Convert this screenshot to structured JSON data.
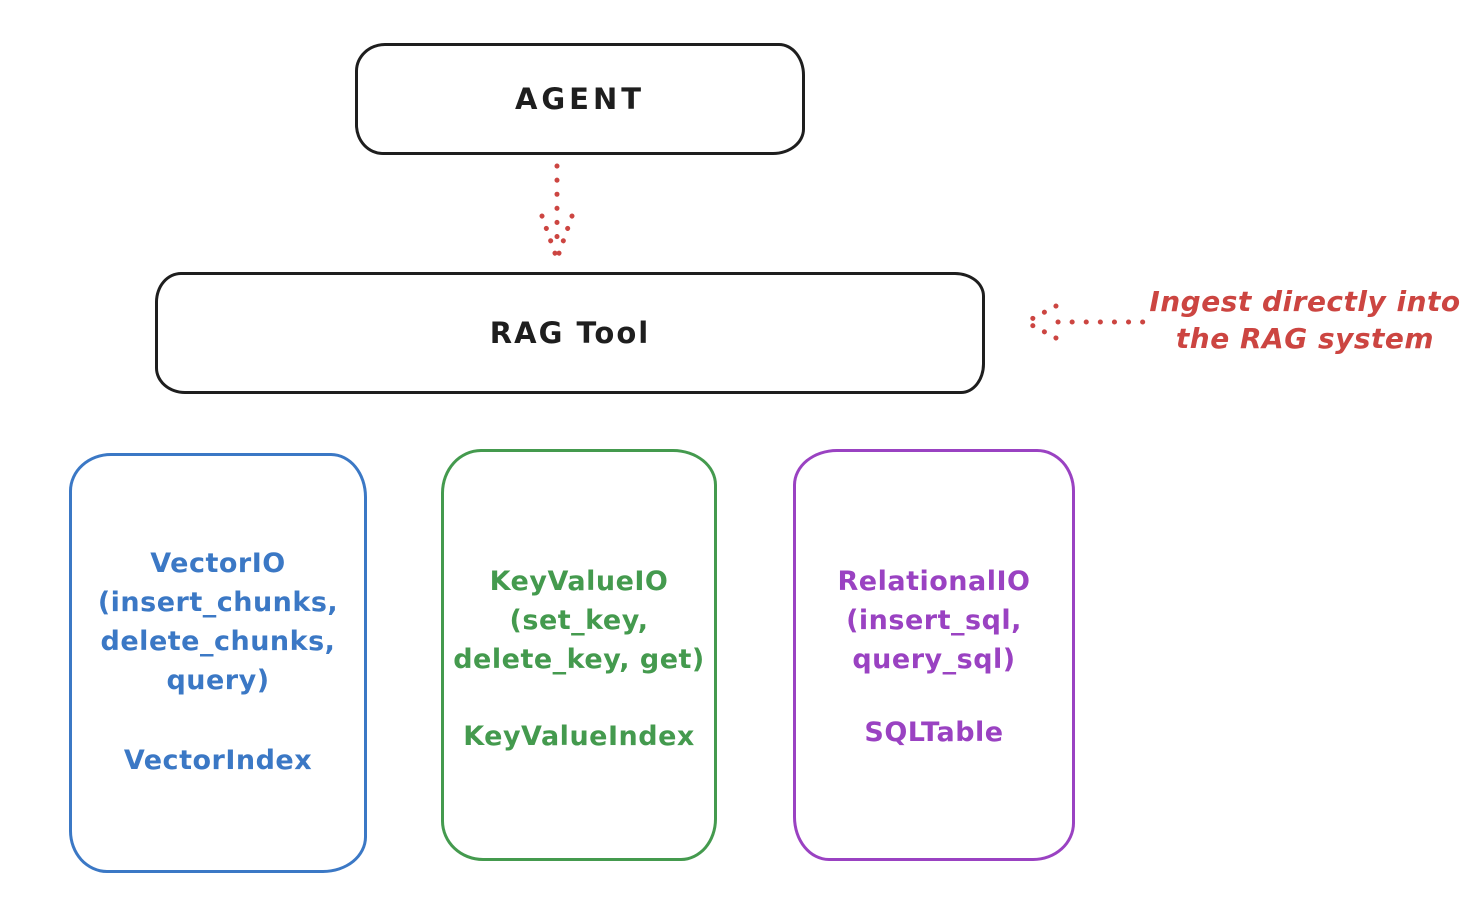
{
  "diagram": {
    "agent": {
      "label": "AGENT"
    },
    "rag_tool": {
      "label": "RAG Tool"
    },
    "annotation": {
      "line1": "Ingest directly into",
      "line2": "the RAG system"
    },
    "stores": [
      {
        "id": "vector-io",
        "lines": [
          "VectorIO",
          "(insert_chunks,",
          "delete_chunks,",
          "query)"
        ],
        "index_label": "VectorIndex",
        "color": "#3b78c5"
      },
      {
        "id": "keyvalue-io",
        "lines": [
          "KeyValueIO",
          "(set_key,",
          "delete_key, get)"
        ],
        "index_label": "KeyValueIndex",
        "color": "#449a4e"
      },
      {
        "id": "relational-io",
        "lines": [
          "RelationalIO",
          "(insert_sql,",
          "query_sql)"
        ],
        "index_label": "SQLTable",
        "color": "#9a42c2"
      }
    ],
    "colors": {
      "box_stroke": "#1e1e1e",
      "arrow_red": "#cc4541"
    }
  }
}
